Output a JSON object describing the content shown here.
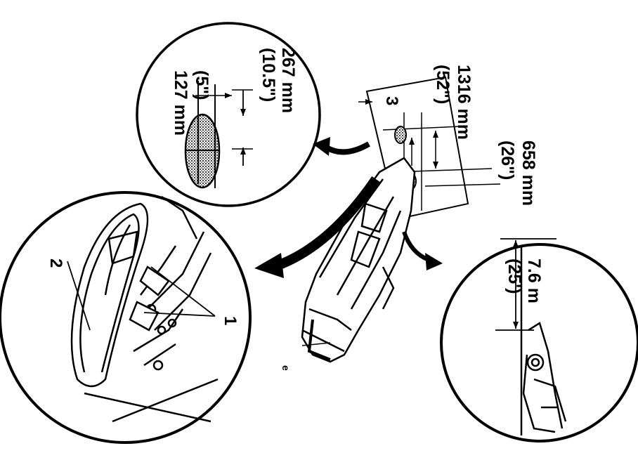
{
  "callouts": {
    "one": "1",
    "two": "2",
    "three": "3",
    "e": "e"
  },
  "dimensions": {
    "d1316": {
      "mm": "1316 mm",
      "in": "(52\")"
    },
    "d658": {
      "mm": "658 mm",
      "in": "(26\")"
    },
    "d267": {
      "mm": "267 mm",
      "in": "(10.5\")"
    },
    "d127": {
      "mm": "127 mm",
      "in": "(5\")"
    },
    "d76": {
      "m": "7.6 m",
      "ft": "(25')"
    }
  },
  "colors": {
    "ink": "#000000",
    "paper": "#ffffff"
  }
}
